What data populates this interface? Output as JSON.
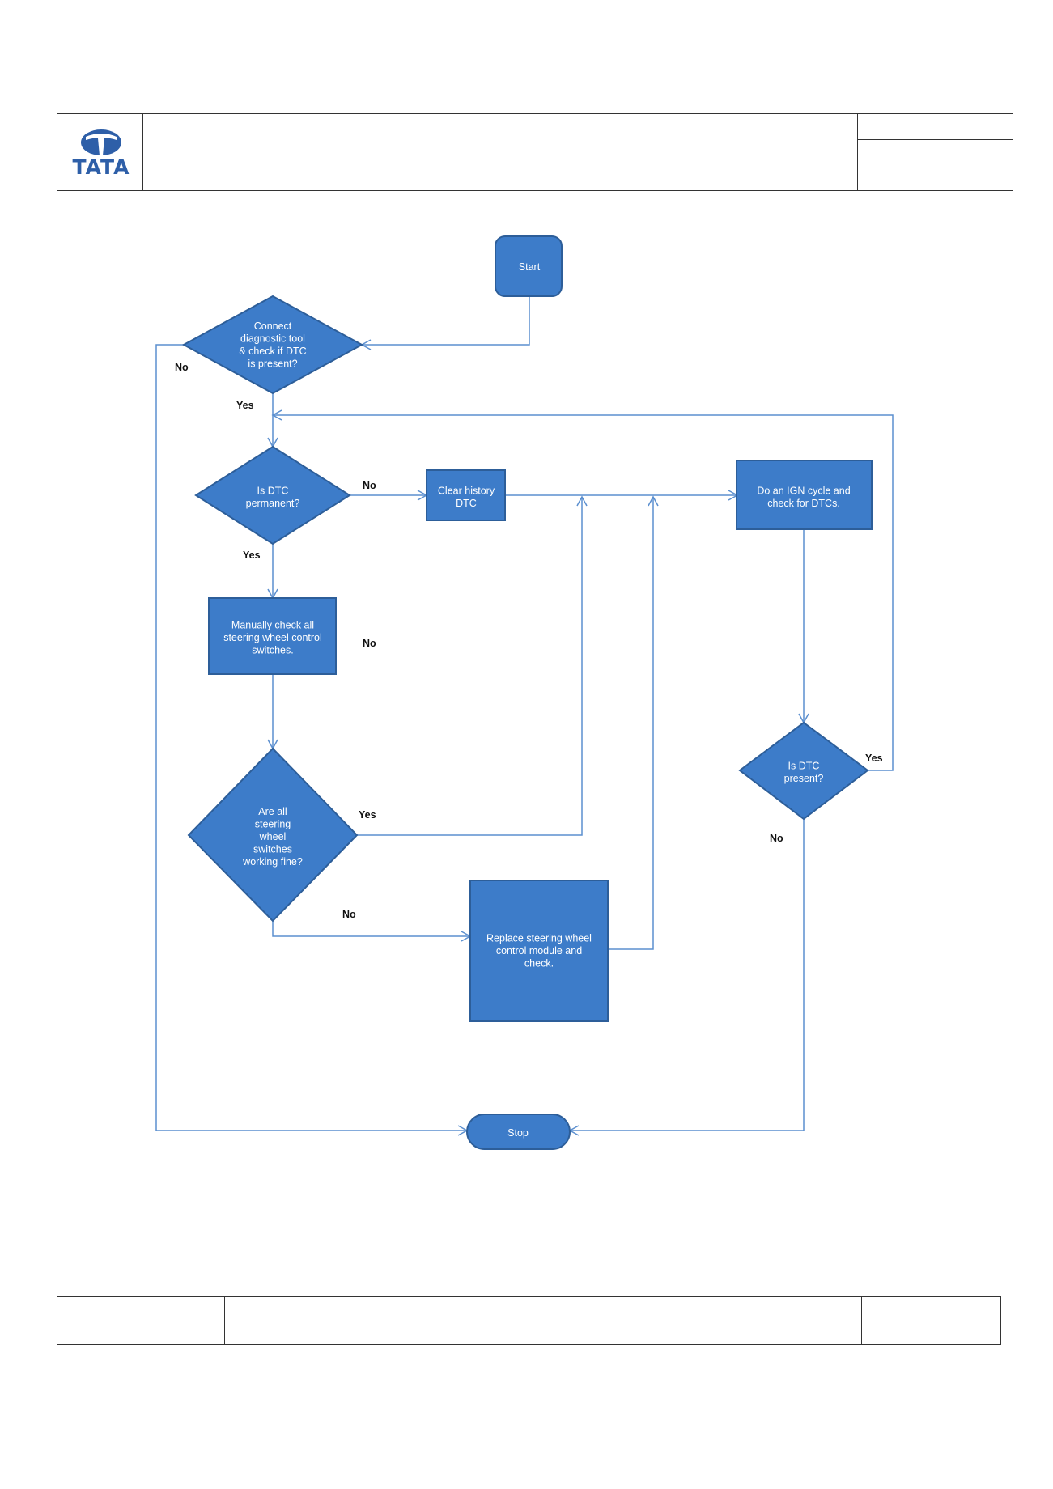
{
  "logo": {
    "text": "TATA",
    "color": "#2e5fa8"
  },
  "colors": {
    "node_fill": "#3d7cc9",
    "node_stroke": "#2d5e99",
    "edge": "#5b8fcf"
  },
  "nodes": [
    {
      "id": "start",
      "shape": "rounded",
      "lines": [
        "Start"
      ]
    },
    {
      "id": "connect",
      "shape": "diamond",
      "lines": [
        "Connect",
        "diagnostic tool",
        "& check if DTC",
        "is present?"
      ]
    },
    {
      "id": "permanent",
      "shape": "diamond",
      "lines": [
        "Is DTC",
        "permanent?"
      ]
    },
    {
      "id": "clear",
      "shape": "rect",
      "lines": [
        "Clear history",
        "DTC"
      ]
    },
    {
      "id": "ign",
      "shape": "rect",
      "lines": [
        "Do an IGN cycle and",
        "check for DTCs."
      ]
    },
    {
      "id": "manual",
      "shape": "rect",
      "lines": [
        "Manually check all",
        "steering wheel control",
        "switches."
      ]
    },
    {
      "id": "allfine",
      "shape": "diamond",
      "lines": [
        "Are all",
        "steering",
        "wheel",
        "switches",
        "working  fine?"
      ]
    },
    {
      "id": "present",
      "shape": "diamond",
      "lines": [
        "Is DTC",
        "present?"
      ]
    },
    {
      "id": "replace",
      "shape": "rect",
      "lines": [
        "Replace steering wheel",
        "control module and",
        "check."
      ]
    },
    {
      "id": "stop",
      "shape": "stadium",
      "lines": [
        "Stop"
      ]
    }
  ],
  "edge_labels": {
    "connect_no": "No",
    "connect_yes": "Yes",
    "permanent_no": "No",
    "permanent_yes": "Yes",
    "manual_no": "No",
    "allfine_yes": "Yes",
    "allfine_no": "No",
    "present_yes": "Yes",
    "present_no": "No"
  }
}
